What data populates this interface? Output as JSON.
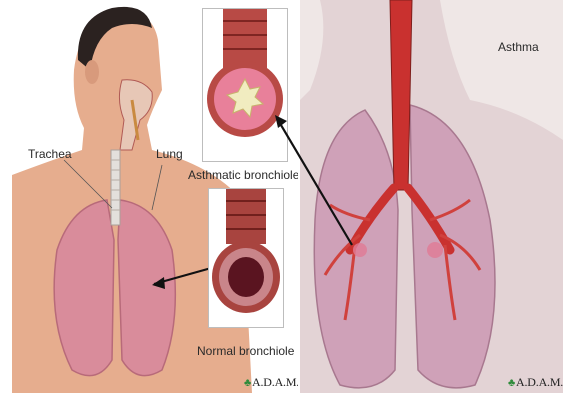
{
  "labels": {
    "trachea": "Trachea",
    "lung": "Lung",
    "asthmatic_bronchiole": "Asthmatic bronchiole",
    "normal_bronchiole": "Normal bronchiole",
    "asthma": "Asthma"
  },
  "brand": {
    "left": "A.D.A.M.",
    "right": "A.D.A.M."
  },
  "colors": {
    "skin": "#e9b79a",
    "lung": "#d98c9b",
    "airway": "#c9312f",
    "inflamed": "#e8809a",
    "brand_leaf": "#2e8b3a"
  }
}
